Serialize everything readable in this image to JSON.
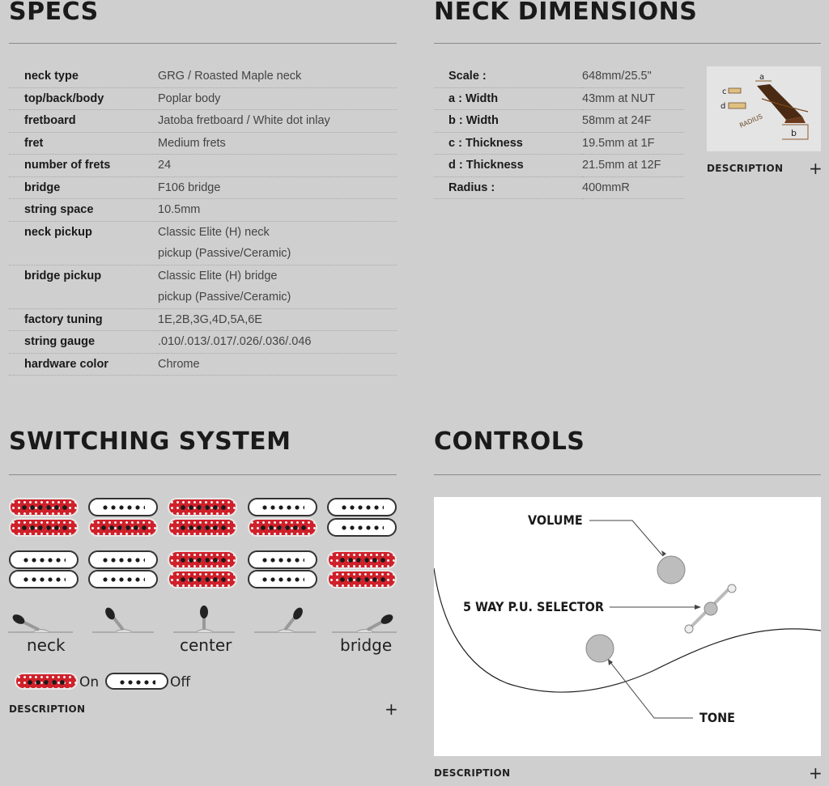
{
  "specs": {
    "title": "SPECS",
    "rows": [
      {
        "key": "neck type",
        "value": "GRG / Roasted Maple neck"
      },
      {
        "key": "top/back/body",
        "value": "Poplar body"
      },
      {
        "key": "fretboard",
        "value": "Jatoba fretboard / White dot inlay"
      },
      {
        "key": "fret",
        "value": "Medium frets"
      },
      {
        "key": "number of frets",
        "value": "24"
      },
      {
        "key": "bridge",
        "value": "F106 bridge"
      },
      {
        "key": "string space",
        "value": "10.5mm"
      },
      {
        "key": "neck pickup",
        "value": "Classic Elite (H) neck pickup (Passive/Ceramic)",
        "line1": "Classic Elite (H) neck",
        "line2": "pickup (Passive/Ceramic)"
      },
      {
        "key": "bridge pickup",
        "value": "Classic Elite (H) bridge pickup (Passive/Ceramic)",
        "line1": "Classic Elite (H) bridge",
        "line2": "pickup (Passive/Ceramic)"
      },
      {
        "key": "factory tuning",
        "value": "1E,2B,3G,4D,5A,6E"
      },
      {
        "key": "string gauge",
        "value": ".010/.013/.017/.026/.036/.046"
      },
      {
        "key": "hardware color",
        "value": "Chrome"
      }
    ]
  },
  "neck_dimensions": {
    "title": "NECK DIMENSIONS",
    "rows": [
      {
        "key": "Scale :",
        "value": "648mm/25.5\""
      },
      {
        "key": "a : Width",
        "value": "43mm at NUT"
      },
      {
        "key": "b : Width",
        "value": "58mm at 24F"
      },
      {
        "key": "c : Thickness",
        "value": "19.5mm at 1F"
      },
      {
        "key": "d : Thickness",
        "value": "21.5mm at 12F"
      },
      {
        "key": "Radius :",
        "value": "400mmR"
      }
    ],
    "diagram_labels": {
      "a": "a",
      "b": "b",
      "c": "c",
      "d": "d",
      "radius": "RADIUS"
    },
    "description_label": "DESCRIPTION",
    "expand_glyph": "+"
  },
  "switching_system": {
    "title": "SWITCHING SYSTEM",
    "positions": [
      {
        "top": "on",
        "bottom": "on",
        "coil2_top": "off",
        "coil2_bottom": "off"
      },
      {
        "top": "off",
        "bottom": "on",
        "coil2_top": "off",
        "coil2_bottom": "off"
      },
      {
        "top": "on",
        "bottom": "on",
        "coil2_top": "on",
        "coil2_bottom": "on"
      },
      {
        "top": "off",
        "bottom": "on",
        "coil2_top": "off",
        "coil2_bottom": "off"
      },
      {
        "top": "off",
        "bottom": "off",
        "coil2_top": "on",
        "coil2_bottom": "on"
      }
    ],
    "labels": {
      "neck": "neck",
      "center": "center",
      "bridge": "bridge"
    },
    "legend": {
      "on": "On",
      "off": "Off"
    },
    "description_label": "DESCRIPTION",
    "expand_glyph": "+"
  },
  "controls": {
    "title": "CONTROLS",
    "labels": {
      "volume": "VOLUME",
      "selector": "5 WAY P.U. SELECTOR",
      "tone": "TONE"
    },
    "description_label": "DESCRIPTION",
    "expand_glyph": "+"
  },
  "colors": {
    "background": "#cfcfcf",
    "pickup_on": "#d0202a",
    "pickup_off": "#ffffff"
  }
}
